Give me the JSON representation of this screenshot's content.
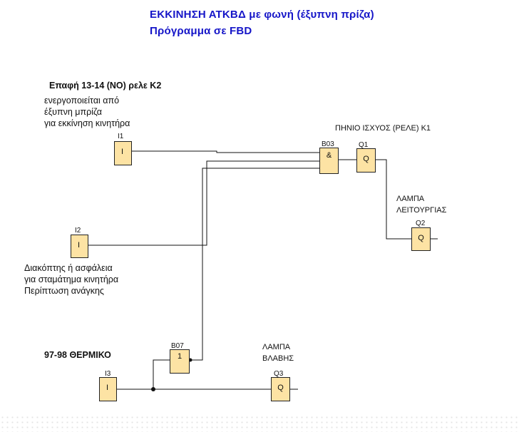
{
  "header": {
    "title_line1": "ΕΚΚΙΝΗΣΗ  ΑΤΚΒΔ με φωνή (έξυπνη πρίζα)",
    "title_line2": "Πρόγραμμα σε FBD"
  },
  "notes": {
    "i1_heading": "Επαφή 13-14 (ΝΟ) ρελε Κ2",
    "i1_line1": "ενεργοποιείται από",
    "i1_line2": "έξυπνη μπρίζα",
    "i1_line3": "για εκκίνηση κινητήρα",
    "i2_line1": "Διακόπτης ή ασφάλεια",
    "i2_line2": "για σταμάτημα κινητήρα",
    "i2_line3": "Περίπτωση ανάγκης",
    "i3_heading": "97-98 ΘΕΡΜΙΚΟ",
    "q1_heading": "ΠΗΝΙΟ ΙΣΧΥΟΣ (ΡΕΛΕ) Κ1",
    "q2_line1": "ΛΑΜΠΑ",
    "q2_line2": "ΛΕΙΤΟΥΡΓΙΑΣ",
    "q3_line1": "ΛΑΜΠΑ",
    "q3_line2": "ΒΛΑΒΗΣ"
  },
  "blocks": {
    "i1": {
      "tag": "I1",
      "symbol": "I"
    },
    "i2": {
      "tag": "I2",
      "symbol": "I"
    },
    "i3": {
      "tag": "I3",
      "symbol": "I"
    },
    "b03": {
      "tag": "B03",
      "symbol": "&"
    },
    "b07": {
      "tag": "B07",
      "symbol": "1"
    },
    "q1": {
      "tag": "Q1",
      "symbol": "Q"
    },
    "q2": {
      "tag": "Q2",
      "symbol": "Q"
    },
    "q3": {
      "tag": "Q3",
      "symbol": "Q"
    }
  },
  "colors": {
    "title": "#1515c8",
    "block_fill": "#fde3a4",
    "wire": "#111111"
  }
}
